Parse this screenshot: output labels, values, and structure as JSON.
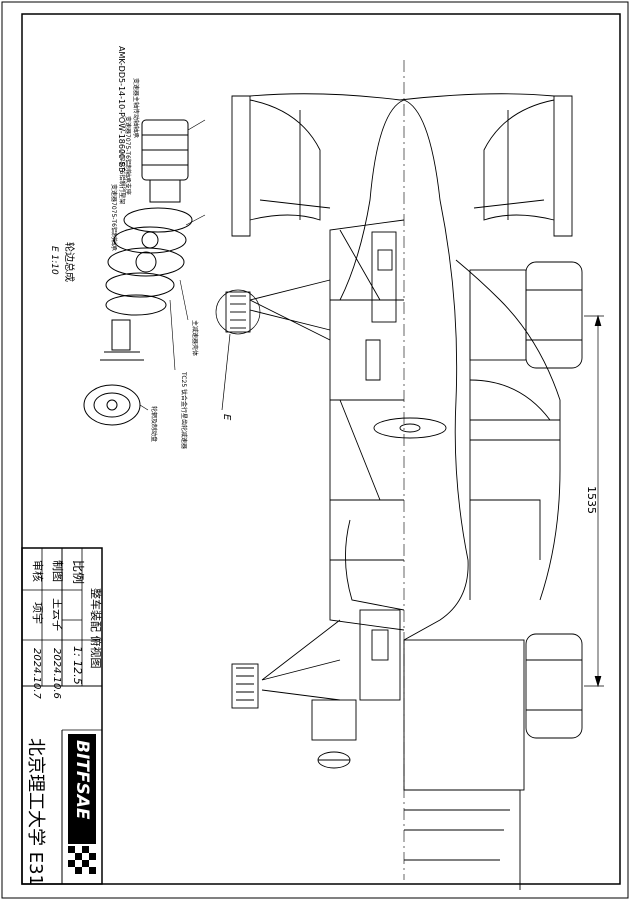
{
  "title_block": {
    "drawing_title": "整车装配  俯视图",
    "scale_label": "比例",
    "scale_value": "1: 12.5",
    "drawn_label": "制图",
    "drawn_by": "王云子",
    "drawn_date": "2024.10.6",
    "checked_label": "审核",
    "checked_by": "项宇",
    "checked_date": "2024.10.7",
    "logo_text": "BITFSAE",
    "school_vehicle": "北京理工大学 E31"
  },
  "dimensions": {
    "wheelbase_value": "1535"
  },
  "detail_view": {
    "callout_letter": "E",
    "view_title": "轮边总成",
    "view_subtitle": "E  1:10",
    "motor_label": "AMK-DD5-14-10-POW-18600-B5",
    "label_top_1": "变速器主轴传动轴轴承",
    "label_top_2": "变速器7075-T6铝制轴承支座",
    "label_top_3": "7075-T6铝制行星架",
    "label_top_4": "变速器7075-T6铝制轴承",
    "label_mid_1": "主减速器壳体",
    "label_mid_2": "TC25 钛合金行星齿轮减速器",
    "label_bot_1": "轮辋及制动盘"
  },
  "colors": {
    "line": "#000000",
    "paper": "#ffffff"
  }
}
